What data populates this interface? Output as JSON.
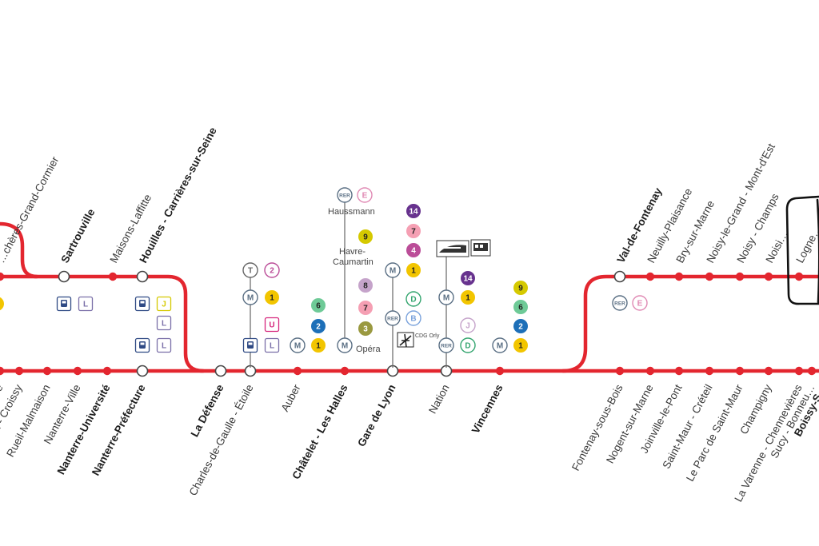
{
  "colors": {
    "line": "#e3262f",
    "station_dot": "#e3262f",
    "hub_fill": "#ffffff",
    "hub_stroke": "#444444",
    "metro_badge_stroke": "#5a6f84",
    "handwriting": "#111111"
  },
  "line": {
    "branch_north_west": [
      {
        "name": "…chères-Grand-Cormier",
        "bold": false
      },
      {
        "name": "Sartrouville",
        "bold": true
      },
      {
        "name": "Maisons-Laffitte",
        "bold": false
      },
      {
        "name": "Houilles - Carrières-sur-Seine",
        "bold": true
      }
    ],
    "trunk": [
      {
        "name": "…ntre",
        "bold": false
      },
      {
        "name": "…atou - Croissy",
        "bold": false
      },
      {
        "name": "Rueil-Malmaison",
        "bold": false
      },
      {
        "name": "Nanterre-Ville",
        "bold": false
      },
      {
        "name": "Nanterre-Université",
        "bold": true
      },
      {
        "name": "Nanterre-Préfecture",
        "bold": true
      },
      {
        "name": "La Défense",
        "bold": true
      },
      {
        "name": "Charles-de-Gaulle - Étoile",
        "bold": false
      },
      {
        "name": "Auber",
        "bold": false
      },
      {
        "name": "Châtelet - Les Halles",
        "bold": true
      },
      {
        "name": "Gare de Lyon",
        "bold": true
      },
      {
        "name": "Nation",
        "bold": false
      },
      {
        "name": "Vincennes",
        "bold": true
      }
    ],
    "branch_east_north": [
      {
        "name": "Val-de-Fontenay",
        "bold": true
      },
      {
        "name": "Neuilly-Plaisance",
        "bold": false
      },
      {
        "name": "Bry-sur-Marne",
        "bold": false
      },
      {
        "name": "Noisy-le-Grand - Mont-d'Est",
        "bold": false
      },
      {
        "name": "Noisy - Champs",
        "bold": false
      },
      {
        "name": "Noisi…",
        "bold": false
      },
      {
        "name": "Logne…",
        "bold": false
      }
    ],
    "branch_east_south": [
      {
        "name": "Fontenay-sous-Bois",
        "bold": false
      },
      {
        "name": "Nogent-sur-Marne",
        "bold": false
      },
      {
        "name": "Joinville-le-Pont",
        "bold": false
      },
      {
        "name": "Saint-Maur - Créteil",
        "bold": false
      },
      {
        "name": "Le Parc de Saint-Maur",
        "bold": false
      },
      {
        "name": "Champigny",
        "bold": false
      },
      {
        "name": "La Varenne - Chennevières",
        "bold": false
      },
      {
        "name": "Sucy - Bonneu…",
        "bold": false
      },
      {
        "name": "Boissy-S…",
        "bold": true
      }
    ]
  },
  "annotations": {
    "haussmann": "Haussmann",
    "havre_caumartin": "Havre-Caumartin",
    "opera": "Opéra",
    "cdg_orly": "CDG Orly"
  },
  "badges": {
    "metro": "M",
    "rer": "RER",
    "tram": "T",
    "transilien": "L",
    "transilien_j": "J",
    "transilien_u": "U",
    "rer_e": "E",
    "rer_d": "D",
    "rer_b": "B",
    "m1": "1",
    "m2": "2",
    "m3": "3",
    "m4": "4",
    "m6": "6",
    "m7": "7",
    "m8": "8",
    "m9": "9",
    "m14": "14",
    "t2": "2"
  },
  "badge_colors": {
    "m1": "#f2c500",
    "m2": "#1d6fb8",
    "m3": "#9a9940",
    "m4": "#bb4d98",
    "m6": "#6eca97",
    "m7": "#f59fb3",
    "m8": "#c5a3ca",
    "m9": "#d5c900",
    "m14": "#67328e",
    "rer_b": "#7ba3dc",
    "rer_d": "#34a56f",
    "rer_e": "#e08ab4",
    "tram": "#999999",
    "u": "#d6277d",
    "l": "#7a6fa8"
  }
}
